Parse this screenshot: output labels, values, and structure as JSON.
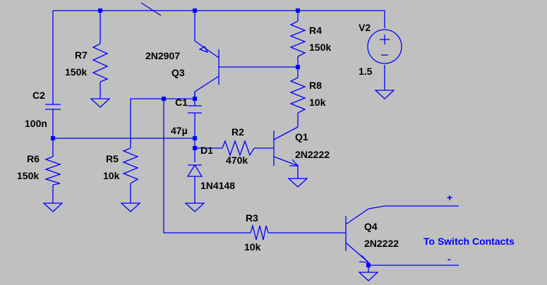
{
  "colors": {
    "background": "#c0c0c0",
    "wire": "#0000ff",
    "label": "#000000",
    "annotation": "#0000ff"
  },
  "components": {
    "v2": {
      "name": "V2",
      "value": "1.5"
    },
    "r4": {
      "name": "R4",
      "value": "150k"
    },
    "r8": {
      "name": "R8",
      "value": "10k"
    },
    "r7": {
      "name": "R7",
      "value": "150k"
    },
    "q3": {
      "name": "Q3",
      "part": "2N2907"
    },
    "c1": {
      "name": "C1",
      "value": "47µ"
    },
    "c2": {
      "name": "C2",
      "value": "100n"
    },
    "r2": {
      "name": "R2",
      "value": "470k"
    },
    "q1": {
      "name": "Q1",
      "part": "2N2222"
    },
    "d1": {
      "name": "D1",
      "part": "1N4148"
    },
    "r6": {
      "name": "R6",
      "value": "150k"
    },
    "r5": {
      "name": "R5",
      "value": "10k"
    },
    "r3": {
      "name": "R3",
      "value": "10k"
    },
    "q4": {
      "name": "Q4",
      "part": "2N2222"
    }
  },
  "annotations": {
    "plus": "+",
    "minus": "-",
    "switch_note": "To Switch Contacts"
  }
}
